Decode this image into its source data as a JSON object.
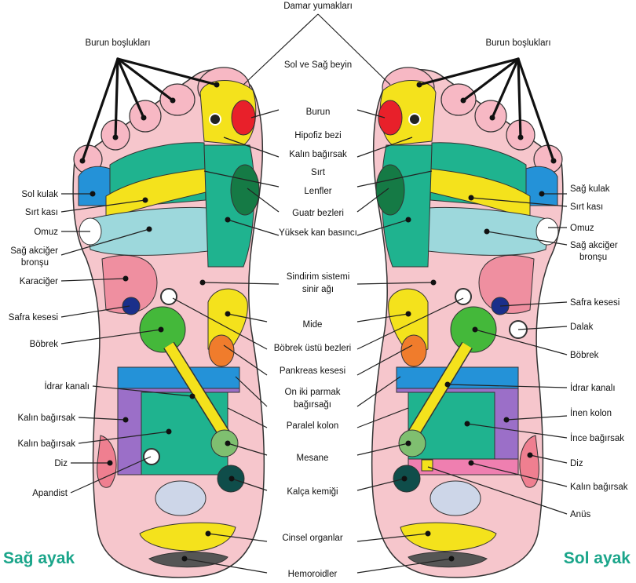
{
  "feet": {
    "right_title": "Sağ ayak",
    "left_title": "Sol ayak"
  },
  "labels": {
    "damar": "Damar yumakları",
    "burun_bosluk_r": "Burun boşlukları",
    "burun_bosluk_l": "Burun boşlukları",
    "beyin": "Sol ve Sağ beyin",
    "burun": "Burun",
    "hipofiz": "Hipofiz bezi",
    "kalin_top": "Kalın bağırsak",
    "sirt": "Sırt",
    "lenfler": "Lenfler",
    "guatr": "Guatr bezleri",
    "yuksek": "Yüksek kan basıncı",
    "sindirim1": "Sindirim sistemi",
    "sindirim2": "sinir ağı",
    "mide": "Mide",
    "bobrek_ustu": "Böbrek üstü bezleri",
    "pankreas": "Pankreas kesesi",
    "oniki1": "On iki parmak",
    "oniki2": "bağırsağı",
    "paralel": "Paralel kolon",
    "mesane": "Mesane",
    "kalca": "Kalça kemiği",
    "cinsel": "Cinsel organlar",
    "hemoroid": "Hemoroidler",
    "r_sol_kulak": "Sol kulak",
    "r_sirt_kasi": "Sırt kası",
    "r_omuz": "Omuz",
    "r_akciger1": "Sağ akciğer",
    "r_akciger2": "bronşu",
    "r_karaciger": "Karaciğer",
    "r_safra": "Safra kesesi",
    "r_bobrek": "Böbrek",
    "r_idrar": "İdrar kanalı",
    "r_kalin1": "Kalın bağırsak",
    "r_kalin2": "Kalın bağırsak",
    "r_diz": "Diz",
    "r_apandist": "Apandist",
    "l_sag_kulak": "Sağ kulak",
    "l_sirt_kasi": "Sırt kası",
    "l_omuz": "Omuz",
    "l_akciger1": "Sağ akciğer",
    "l_akciger2": "bronşu",
    "l_safra": "Safra kesesi",
    "l_dalak": "Dalak",
    "l_bobrek": "Böbrek",
    "l_idrar": "İdrar kanalı",
    "l_inen": "İnen kolon",
    "l_ince": "İnce bağırsak",
    "l_diz": "Diz",
    "l_kalin": "Kalın bağırsak",
    "l_anus": "Anüs"
  }
}
